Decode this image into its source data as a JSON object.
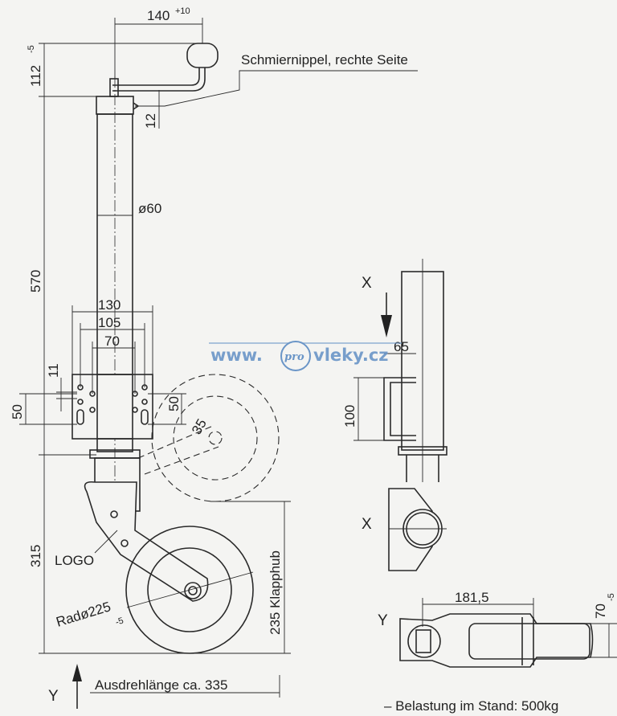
{
  "dimensions": {
    "top_width": "140",
    "top_width_tol": "+10",
    "handle_height": "112",
    "handle_height_tol": "-5",
    "nipple_offset": "12",
    "tube_diameter": "ø60",
    "tube_length": "570",
    "plate_130": "130",
    "plate_105": "105",
    "plate_70": "70",
    "hole_11": "11",
    "slot_50_left": "50",
    "slot_50_right": "50",
    "angle_35": "35",
    "lower_315": "315",
    "wheel_dia": "Radø225",
    "wheel_dia_tol": "-5",
    "lift": "235 Klapphub",
    "detail_65": "65",
    "detail_100": "100",
    "bottom_181": "181,5",
    "bottom_70": "70",
    "bottom_70_tol": "-5"
  },
  "labels": {
    "lubrication": "Schmiernippel, rechte Seite",
    "logo": "LOGO",
    "swivel_length": "Ausdrehlänge ca. 335",
    "view_x_top": "X",
    "view_x_bottom": "X",
    "view_y_bottom": "Y",
    "view_y_right": "Y",
    "load": "– Belastung im Stand: 500kg"
  },
  "watermark": {
    "prefix": "www.",
    "pro": "pro",
    "suffix": "vleky.cz",
    "color": "#6a95c7"
  }
}
